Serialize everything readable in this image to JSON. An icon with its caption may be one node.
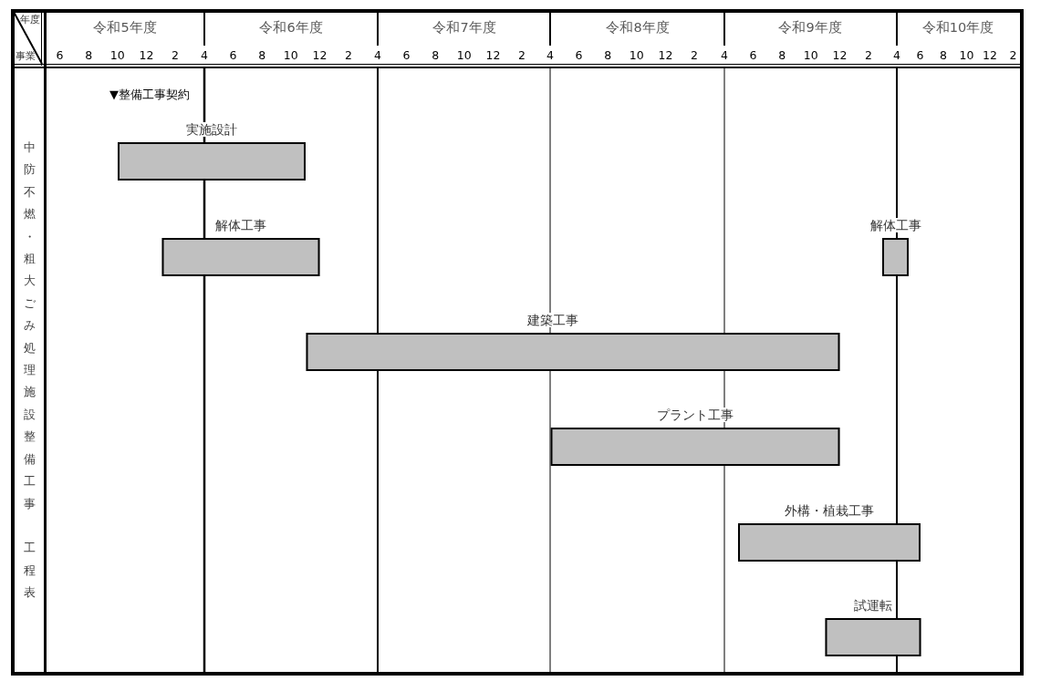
{
  "diagram": {
    "title": "中防不燃・粗大ごみ処理施設整備工事工程表",
    "nodes": [
      {
        "text": [
          "実施設計"
        ]
      },
      {
        "text": [
          "解体工事"
        ]
      },
      {
        "text": [
          "解体工事"
        ]
      },
      {
        "text": [
          "建築工事"
        ]
      },
      {
        "text": [
          "プラント工事"
        ]
      },
      {
        "text": [
          "外構・植栽工事"
        ]
      },
      {
        "text": [
          "試運転"
        ]
      }
    ],
    "labels": [
      "年度",
      "令和5年度",
      "令和6年度",
      "令和7年度",
      "令和8年度",
      "令和9年度",
      "令和10年度",
      "事業",
      "6",
      "8",
      "10",
      "12",
      "2",
      "4",
      "6",
      "8",
      "10",
      "12",
      "2",
      "4",
      "6",
      "8",
      "10",
      "12",
      "2",
      "4",
      "6",
      "8",
      "10",
      "12",
      "2",
      "4",
      "6",
      "8",
      "10",
      "12",
      "2",
      "4",
      "6",
      "8",
      "10",
      "12",
      "2",
      "▼整備工事契約"
    ]
  }
}
